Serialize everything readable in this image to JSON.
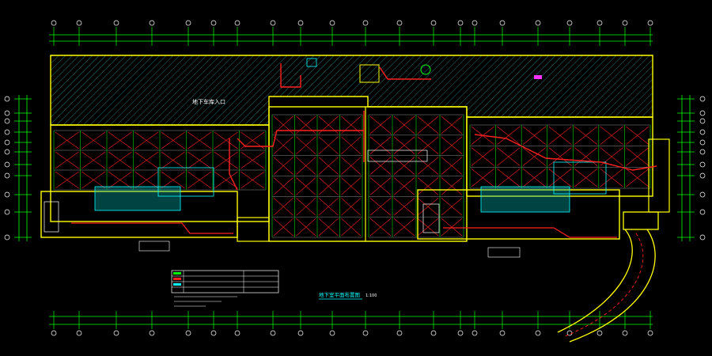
{
  "drawing": {
    "background_color": "#000000",
    "wall_color": "#ffff00",
    "grid_color": "#00ff00",
    "duct_color": "#ff2020",
    "fixture_color": "#00ffff",
    "label_color": "#ffffff",
    "hatch_color": "#3ad7d7",
    "bubble_color": "#ffffff",
    "marker_color": "#ff33ff"
  },
  "labels": {
    "entrance_ramp": "地下车库入口",
    "plan_title": "地下室平面布置图",
    "scale": "1:100"
  }
}
